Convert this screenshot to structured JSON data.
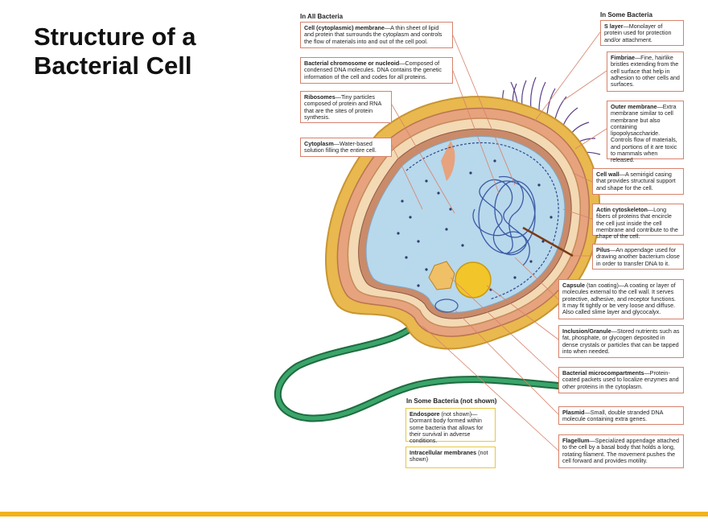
{
  "title": "Structure of a Bacterial Cell",
  "sections": {
    "all": "In All Bacteria",
    "some": "In Some Bacteria",
    "not_shown": "In Some Bacteria (not shown)"
  },
  "labels": {
    "membrane": {
      "term": "Cell (cytoplasmic) membrane",
      "desc": "—A thin sheet of lipid and protein that surrounds the cytoplasm and controls the flow of materials into and out of the cell pool."
    },
    "chromosome": {
      "term": "Bacterial chromosome or nucleoid",
      "desc": "—Composed of condensed DNA molecules. DNA contains the genetic information of the cell and codes for all proteins."
    },
    "ribosomes": {
      "term": "Ribosomes",
      "desc": "—Tiny particles composed of protein and RNA that are the sites of protein synthesis."
    },
    "cytoplasm": {
      "term": "Cytoplasm",
      "desc": "—Water-based solution filling the entire cell."
    },
    "slayer": {
      "term": "S layer",
      "desc": "—Monolayer of protein used for protection and/or attachment."
    },
    "fimbriae": {
      "term": "Fimbriae",
      "desc": "—Fine, hairlike bristles extending from the cell surface that help in adhesion to other cells and surfaces."
    },
    "outer": {
      "term": "Outer membrane",
      "desc": "—Extra membrane similar to cell membrane but also containing lipopolysaccharide. Controls flow of materials, and portions of it are toxic to mammals when released."
    },
    "wall": {
      "term": "Cell wall",
      "desc": "—A semirigid casing that provides structural support and shape for the cell."
    },
    "actin": {
      "term": "Actin cytoskeleton",
      "desc": "—Long fibers of proteins that encircle the cell just inside the cell membrane and contribute to the shape of the cell."
    },
    "pilus": {
      "term": "Pilus",
      "desc": "—An appendage used for drawing another bacterium close in order to transfer DNA to it."
    },
    "capsule": {
      "term": "Capsule",
      "desc": " (tan coating)—A coating or layer of molecules external to the cell wall. It serves protective, adhesive, and receptor functions. It may fit tightly or be very loose and diffuse. Also called slime layer and glycocalyx."
    },
    "inclusion": {
      "term": "Inclusion/Granule",
      "desc": "—Stored nutrients such as fat, phosphate, or glycogen deposited in dense crystals or particles that can be tapped into when needed."
    },
    "micro": {
      "term": "Bacterial microcompartments",
      "desc": "—Protein-coated packets used to localize enzymes and other proteins in the cytoplasm."
    },
    "plasmid": {
      "term": "Plasmid",
      "desc": "—Small, double stranded DNA molecule containing extra genes."
    },
    "flagellum": {
      "term": "Flagellum",
      "desc": "—Specialized appendage attached to the cell by a basal body that holds a long, rotating filament. The movement pushes the cell forward and provides motility."
    },
    "endospore": {
      "term": "Endospore",
      "desc": " (not shown)—Dormant body formed within some bacteria that allows for their survival in adverse conditions."
    },
    "intracellular": {
      "term": "Intracellular membranes",
      "desc": " (not shown)"
    }
  },
  "colors": {
    "capsule": "#e9b84e",
    "cytoplasm": "#b8d8ec",
    "flagellum": "#2e8f5a",
    "label_border": "#d7826b",
    "not_shown_border": "#e8c64a",
    "footer": "#f2b21b",
    "dna": "#3b5aa6"
  }
}
